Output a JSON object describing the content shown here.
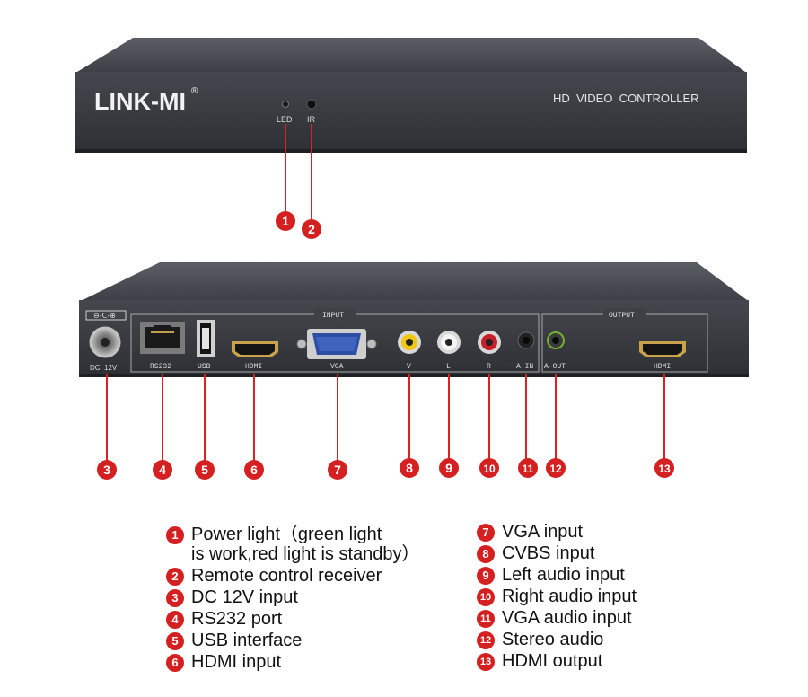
{
  "front_panel": {
    "brand": "LINK-MI",
    "brand_mark": "®",
    "model_text": "HD  VIDEO  CONTROLLER",
    "led_label": "LED",
    "ir_label": "IR"
  },
  "rear_panel": {
    "power_label": "DC  12V",
    "ports": {
      "rs232": "RS232",
      "usb": "USB",
      "hdmi_in": "HDMI",
      "vga": "VGA",
      "v": "V",
      "l": "L",
      "r": "R",
      "a_in": "A-IN",
      "a_out": "A-OUT",
      "hdmi_out": "HDMI"
    },
    "groups": {
      "input": "INPUT",
      "output": "OUTPUT"
    }
  },
  "callouts": [
    "1",
    "2",
    "3",
    "4",
    "5",
    "6",
    "7",
    "8",
    "9",
    "10",
    "11",
    "12",
    "13"
  ],
  "legend": {
    "left": [
      {
        "num": "1",
        "line1": "Power light（green light",
        "line2": "is work,red light is standby）"
      },
      {
        "num": "2",
        "line1": "Remote control receiver"
      },
      {
        "num": "3",
        "line1": "DC 12V input"
      },
      {
        "num": "4",
        "line1": "RS232 port"
      },
      {
        "num": "5",
        "line1": "USB interface"
      },
      {
        "num": "6",
        "line1": "HDMI input"
      }
    ],
    "right": [
      {
        "num": "7",
        "line1": "VGA input"
      },
      {
        "num": "8",
        "line1": "CVBS input"
      },
      {
        "num": "9",
        "line1": "Left audio input"
      },
      {
        "num": "10",
        "line1": "Right audio input"
      },
      {
        "num": "11",
        "line1": "VGA audio input"
      },
      {
        "num": "12",
        "line1": "Stereo audio"
      },
      {
        "num": "13",
        "line1": "HDMI output"
      }
    ]
  },
  "colors": {
    "badge": "#d42020",
    "chassis": "#3a3d42",
    "chassis_top": "#4b4f55",
    "panel_text": "#e8e8e8"
  }
}
